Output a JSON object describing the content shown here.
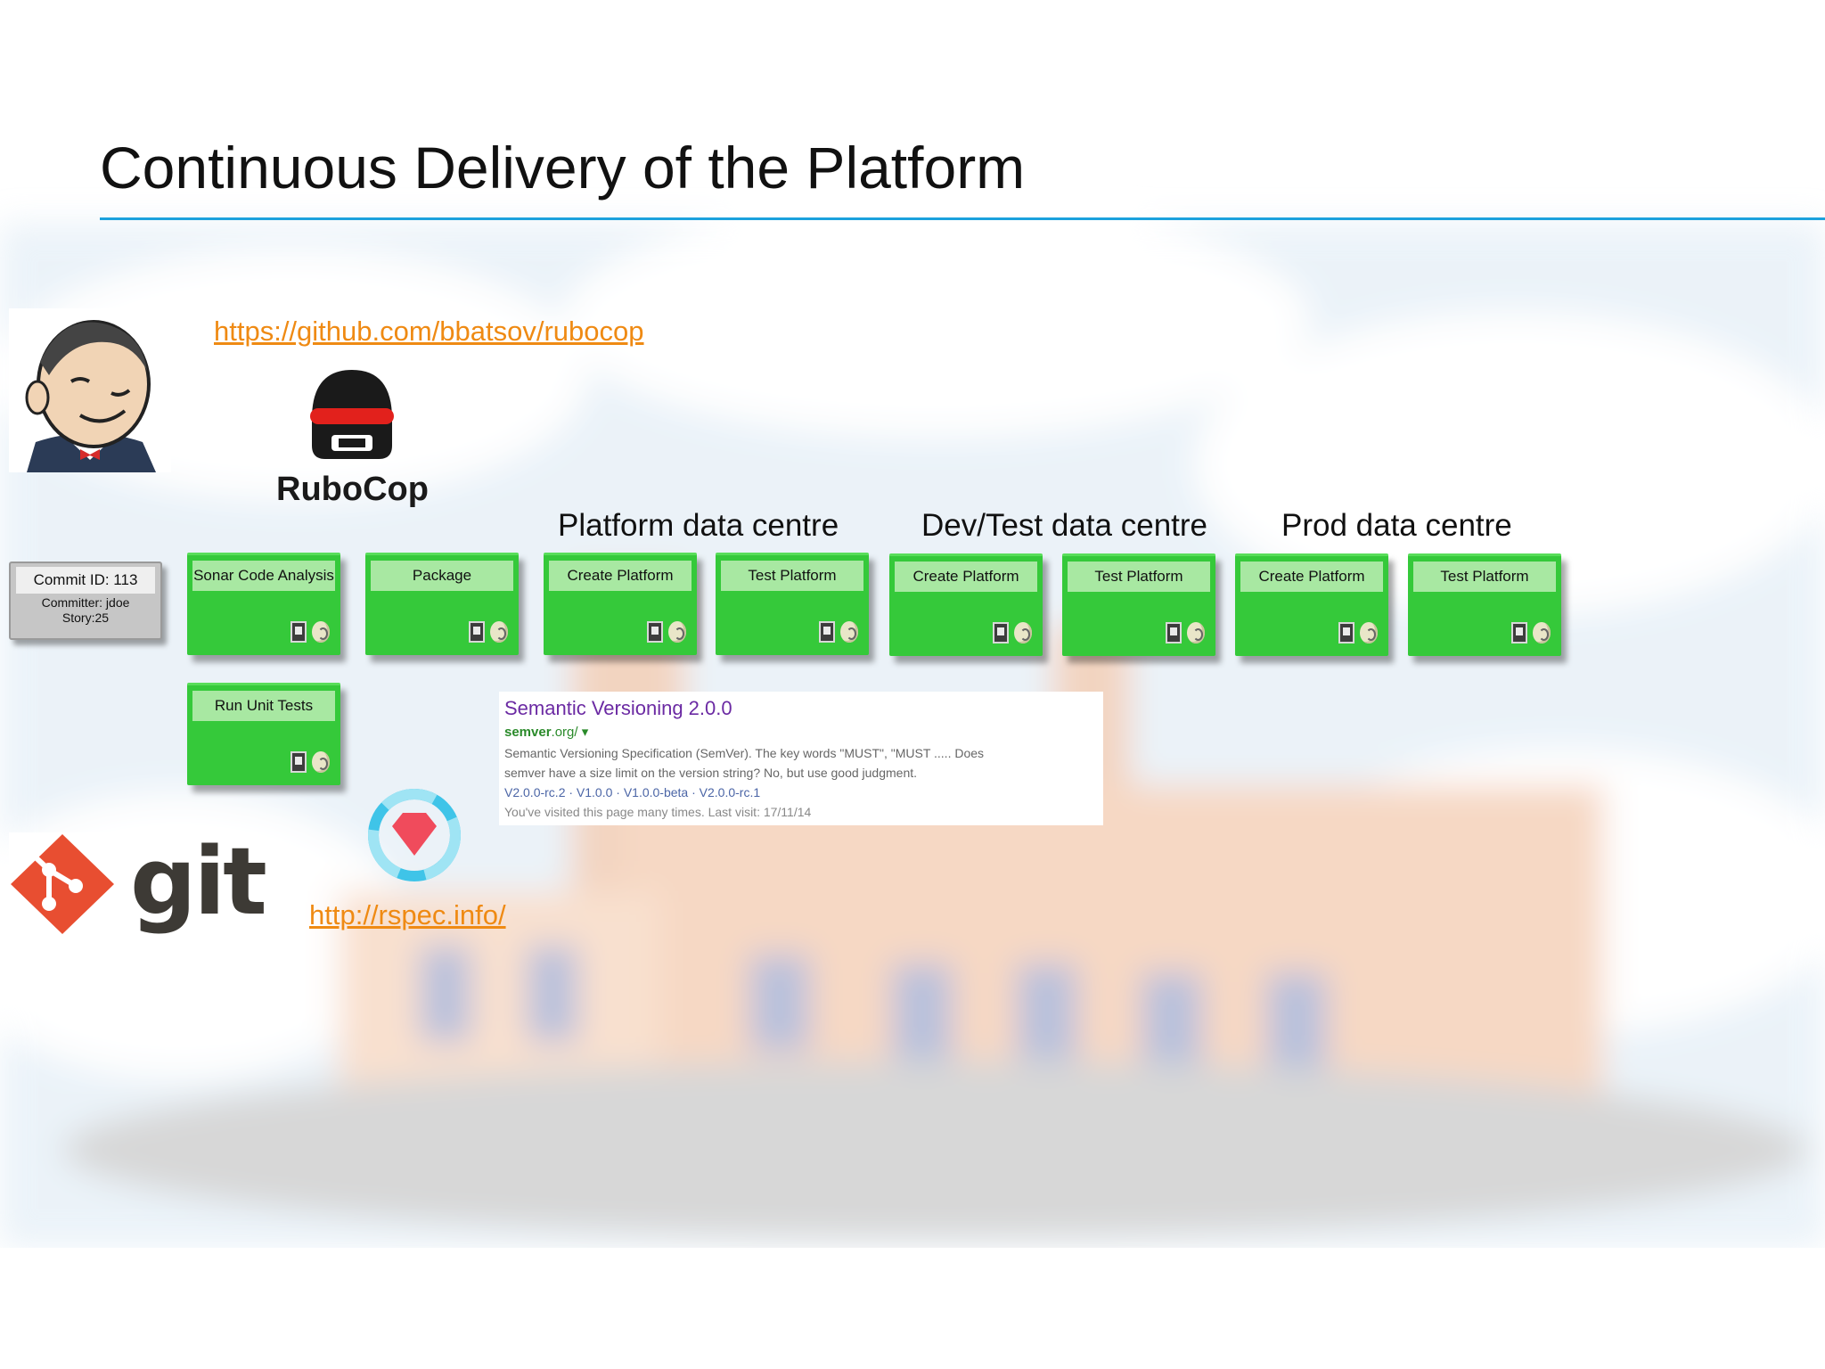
{
  "slide": {
    "title": "Continuous Delivery of the Platform"
  },
  "links": {
    "rubocop": "https://github.com/bbatsov/rubocop",
    "rspec": "http://rspec.info/"
  },
  "logos": {
    "jenkins": "jenkins-butler-icon",
    "rubocop_text": "RuboCop",
    "git_text": "git",
    "rspec": "rspec-ruby-gem-icon"
  },
  "sections": {
    "platform": "Platform data centre",
    "devtest": "Dev/Test data centre",
    "prod": "Prod data centre"
  },
  "commit": {
    "id": "Commit ID: 113",
    "committer": "Committer: jdoe",
    "story": "Story:25"
  },
  "jobs": [
    {
      "label": "Sonar Code Analysis"
    },
    {
      "label": "Package"
    },
    {
      "label": "Create Platform"
    },
    {
      "label": "Test Platform"
    },
    {
      "label": "Create Platform"
    },
    {
      "label": "Test Platform"
    },
    {
      "label": "Create Platform"
    },
    {
      "label": "Test Platform"
    },
    {
      "label": "Run Unit Tests"
    }
  ],
  "search_result": {
    "title": "Semantic Versioning 2.0.0",
    "url_bold": "semver",
    "url_rest": ".org/ ▾",
    "snippet_1": "Semantic Versioning Specification (SemVer). The key words \"MUST\", \"MUST ..... Does",
    "snippet_2": "semver have a size limit on the version string? No, but use good judgment.",
    "sublinks": "V2.0.0-rc.2 · V1.0.0 · V1.0.0-beta · V2.0.0-rc.1",
    "visited": "You've visited this page many times. Last visit: 17/11/14"
  },
  "colors": {
    "job_green": "#35c93a",
    "job_title_bg": "#a8e8a2",
    "link_orange": "#ef8a13",
    "rule_blue": "#1ba1dd"
  }
}
